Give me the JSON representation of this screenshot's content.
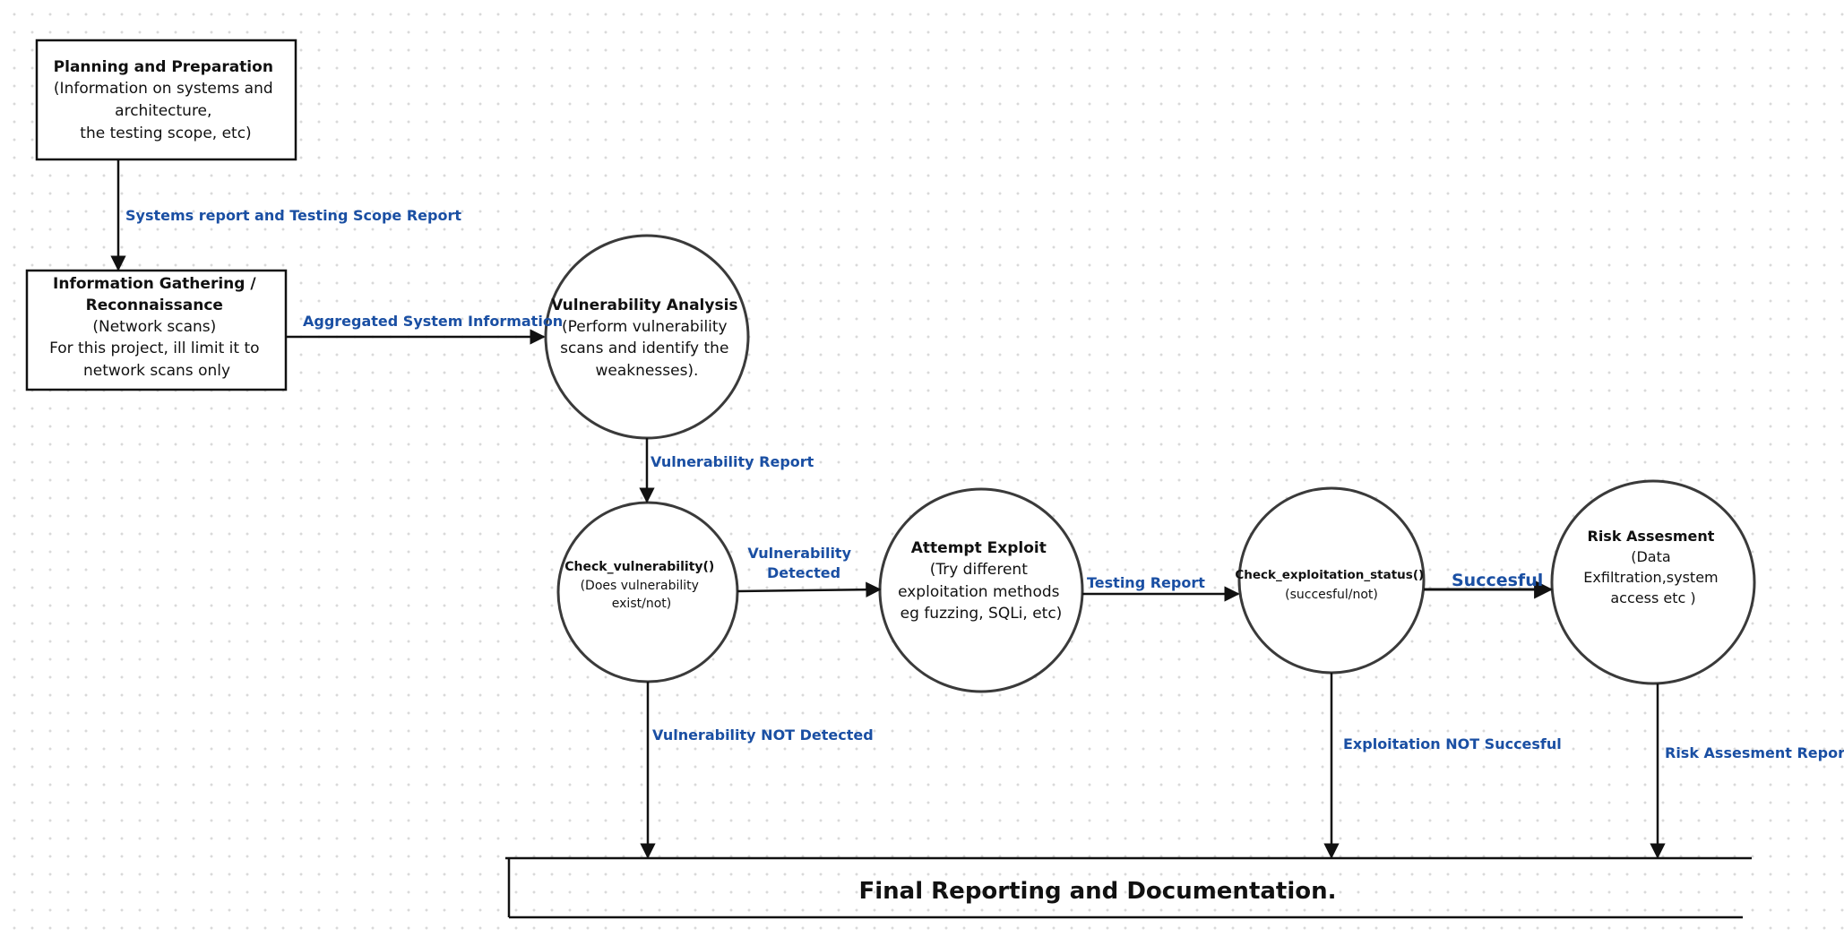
{
  "nodes": {
    "planning": {
      "title": "Planning and Preparation",
      "lines": [
        "(Information on systems and",
        "architecture,",
        "the testing scope, etc)"
      ]
    },
    "info_gathering": {
      "title_lines": [
        "Information Gathering /",
        "Reconnaissance"
      ],
      "lines": [
        "(Network scans)",
        "For this project, ill limit it to",
        "network scans only"
      ]
    },
    "vuln_analysis": {
      "title": "Vulnerability Analysis",
      "lines": [
        "(Perform vulnerability",
        "scans and identify the",
        "weaknesses)."
      ]
    },
    "check_vuln": {
      "title": "Check_vulnerability()",
      "lines": [
        "(Does vulnerability",
        "exist/not)"
      ]
    },
    "attempt_exploit": {
      "title": "Attempt Exploit",
      "lines": [
        "(Try different",
        "exploitation methods",
        "eg fuzzing, SQLi, etc)"
      ]
    },
    "check_exploit": {
      "title": "Check_exploitation_status()",
      "lines": [
        "(succesful/not)"
      ]
    },
    "risk": {
      "title": "Risk Assesment",
      "lines": [
        "(Data",
        "Exfiltration,system",
        "access etc )"
      ]
    },
    "final": {
      "title": "Final Reporting and Documentation."
    }
  },
  "edges": {
    "systems_report": "Systems report and Testing Scope Report",
    "aggregated": "Aggregated System Information",
    "vuln_report": "Vulnerability Report",
    "vuln_detected": [
      "Vulnerability",
      "Detected"
    ],
    "vuln_not_detected": "Vulnerability NOT Detected",
    "testing_report": "Testing Report",
    "succesful": "Succesful",
    "exploit_not_succesful": "Exploitation NOT Succesful",
    "risk_report": "Risk Assesment Report"
  },
  "colors": {
    "edge_label": "#1a4fa3",
    "stroke": "#3a3a3a",
    "text": "#111111"
  }
}
